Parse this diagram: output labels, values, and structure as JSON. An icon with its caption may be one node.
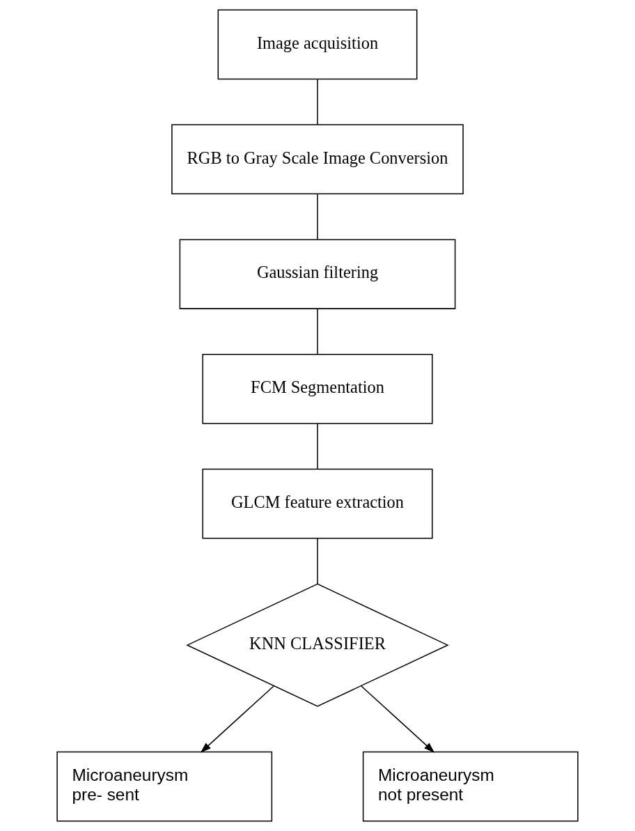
{
  "diagram": {
    "nodes": [
      {
        "text": [
          "Image acquisition"
        ]
      },
      {
        "text": [
          "RGB to Gray Scale Image Conversion"
        ]
      },
      {
        "text": [
          "Gaussian filtering"
        ]
      },
      {
        "text": [
          "FCM Segmentation"
        ]
      },
      {
        "text": [
          "GLCM feature extraction"
        ]
      },
      {
        "text": [
          "KNN CLASSIFIER"
        ]
      },
      {
        "text": [
          "Microaneurysm pre- sent"
        ]
      },
      {
        "text": [
          "Microaneurysm not present"
        ]
      }
    ],
    "edges": [
      {
        "from": 0,
        "to": 1,
        "arrow": "none"
      },
      {
        "from": 1,
        "to": 2,
        "arrow": "none"
      },
      {
        "from": 2,
        "to": 3,
        "arrow": "none"
      },
      {
        "from": 3,
        "to": 4,
        "arrow": "none"
      },
      {
        "from": 4,
        "to": 5,
        "arrow": "none"
      },
      {
        "from": 5,
        "to": 6,
        "arrow": "to"
      },
      {
        "from": 5,
        "to": 7,
        "arrow": "to"
      }
    ]
  }
}
